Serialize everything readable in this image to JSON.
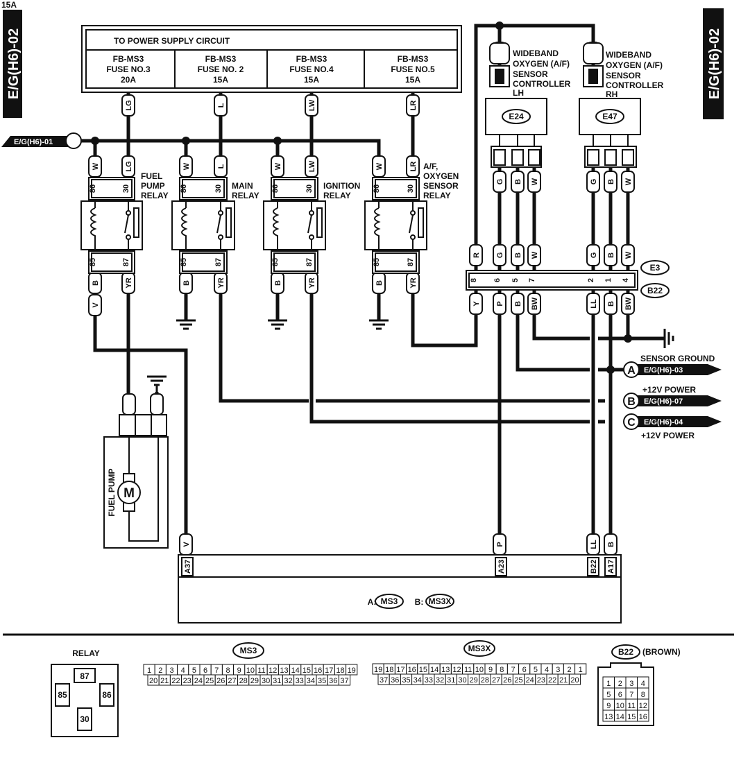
{
  "page_code": "15A",
  "side_tab": "E/G(H6)-02",
  "power_supply": {
    "title": "TO POWER SUPPLY CIRCUIT",
    "fuses": [
      {
        "line1": "FB-MS3",
        "line2": "FUSE NO.3",
        "line3": "20A",
        "wire": "LG"
      },
      {
        "line1": "FB-MS3",
        "line2": "FUSE NO. 2",
        "line3": "15A",
        "wire": "L"
      },
      {
        "line1": "FB-MS3",
        "line2": "FUSE NO.4",
        "line3": "15A",
        "wire": "LW"
      },
      {
        "line1": "FB-MS3",
        "line2": "FUSE NO.5",
        "line3": "15A",
        "wire": "LR"
      }
    ]
  },
  "left_connector": "E/G(H6)-01",
  "relays": [
    {
      "name1": "FUEL",
      "name2": "PUMP",
      "name3": "RELAY",
      "in_wire": "W",
      "fuse_wire": "LG",
      "p86": "86",
      "p30": "30",
      "p85": "85",
      "p87": "87",
      "out_left": "B",
      "out_right": "YR"
    },
    {
      "name1": "MAIN",
      "name2": "RELAY",
      "name3": "",
      "in_wire": "W",
      "fuse_wire": "L",
      "p86": "86",
      "p30": "30",
      "p85": "85",
      "p87": "87",
      "out_left": "B",
      "out_right": "YR"
    },
    {
      "name1": "IGNITION",
      "name2": "RELAY",
      "name3": "",
      "in_wire": "W",
      "fuse_wire": "LW",
      "p86": "86",
      "p30": "30",
      "p85": "85",
      "p87": "87",
      "out_left": "B",
      "out_right": "YR"
    },
    {
      "name1": "A/F,",
      "name2": "OXYGEN",
      "name3": "SENSOR",
      "name4": "RELAY",
      "in_wire": "W",
      "fuse_wire": "LR",
      "p86": "86",
      "p30": "30",
      "p85": "85",
      "p87": "87",
      "out_left": "B",
      "out_right": "YR"
    }
  ],
  "fuel_pump": {
    "label": "FUEL PUMP",
    "motor": "M",
    "wire_v": "V"
  },
  "controllers": [
    {
      "line1": "WIDEBAND",
      "line2": "OXYGEN (A/F)",
      "line3": "SENSOR",
      "line4": "CONTROLLER",
      "line5": "LH",
      "code": "E24",
      "r_wire": "R",
      "wires": [
        "G",
        "B",
        "W"
      ]
    },
    {
      "line1": "WIDEBAND",
      "line2": "OXYGEN (A/F)",
      "line3": "SENSOR",
      "line4": "CONTROLLER",
      "line5": "RH",
      "code": "E47",
      "r_wire": "R",
      "wires": [
        "G",
        "B",
        "W"
      ]
    }
  ],
  "junction": {
    "top_code": "E3",
    "bottom_code": "B22",
    "top_wires": [
      "R",
      "G",
      "B",
      "W",
      "G",
      "B",
      "W"
    ],
    "pins": [
      "8",
      "6",
      "5",
      "7",
      "2",
      "1",
      "4"
    ],
    "bottom_wires": [
      "Y",
      "P",
      "B",
      "BW",
      "LL",
      "B",
      "BW"
    ]
  },
  "connectors_right": [
    {
      "letter": "A",
      "code": "E/G(H6)-03",
      "caption": "SENSOR GROUND"
    },
    {
      "letter": "B",
      "code": "E/G(H6)-07",
      "caption": "+12V POWER"
    },
    {
      "letter": "C",
      "code": "E/G(H6)-04",
      "caption": "+12V POWER"
    }
  ],
  "ecm": {
    "terminals": [
      {
        "pin": "A37",
        "wire": "V"
      },
      {
        "pin": "A23",
        "wire": "P"
      },
      {
        "pin": "B22",
        "wire": "LL"
      },
      {
        "pin": "A17",
        "wire": "B"
      }
    ],
    "legend_a": "A:",
    "legend_a_code": "MS3",
    "legend_b": "B:",
    "legend_b_code": "MS3X"
  },
  "relay_legend": {
    "title": "RELAY",
    "pins": [
      "87",
      "85",
      "86",
      "30"
    ]
  },
  "ms3_grid": {
    "title": "MS3",
    "row1": [
      "1",
      "2",
      "3",
      "4",
      "5",
      "6",
      "7",
      "8",
      "9",
      "10",
      "11",
      "12",
      "13",
      "14",
      "15",
      "16",
      "17",
      "18",
      "19"
    ],
    "row2": [
      "20",
      "21",
      "22",
      "23",
      "24",
      "25",
      "26",
      "27",
      "28",
      "29",
      "30",
      "31",
      "32",
      "33",
      "34",
      "35",
      "36",
      "37"
    ]
  },
  "ms3x_grid": {
    "title": "MS3X",
    "row1": [
      "19",
      "18",
      "17",
      "16",
      "15",
      "14",
      "13",
      "12",
      "11",
      "10",
      "9",
      "8",
      "7",
      "6",
      "5",
      "4",
      "3",
      "2",
      "1"
    ],
    "row2": [
      "37",
      "36",
      "35",
      "34",
      "33",
      "32",
      "31",
      "30",
      "29",
      "28",
      "27",
      "26",
      "25",
      "24",
      "23",
      "22",
      "21",
      "20"
    ]
  },
  "b22_grid": {
    "title": "B22",
    "note": "(BROWN)",
    "cells": [
      "1",
      "2",
      "3",
      "4",
      "5",
      "6",
      "7",
      "8",
      "9",
      "10",
      "11",
      "12",
      "13",
      "14",
      "15",
      "16"
    ]
  }
}
